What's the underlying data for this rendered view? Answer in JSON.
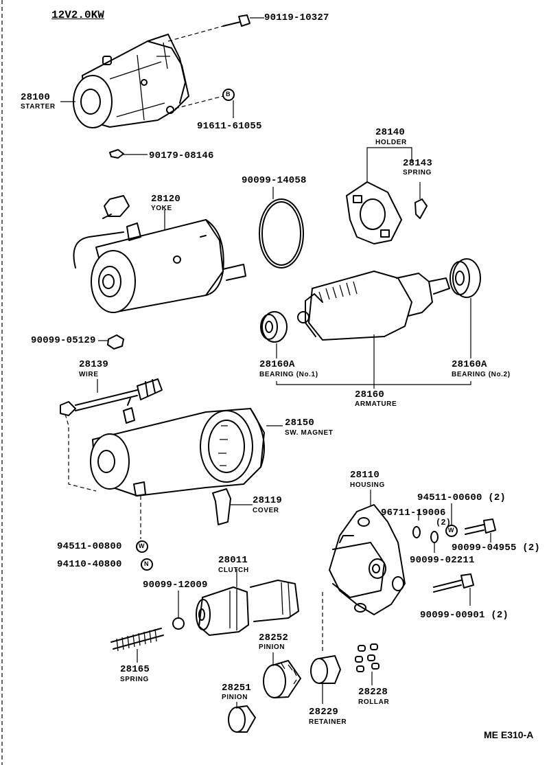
{
  "title": "12V2.0KW",
  "code": "ME E310-A",
  "parts": {
    "p28100": {
      "number": "28100",
      "name": "STARTER"
    },
    "p90119_10327": {
      "number": "90119-10327"
    },
    "p91611_61055": {
      "number": "91611-61055",
      "symbol": "B"
    },
    "p90179_08146": {
      "number": "90179-08146"
    },
    "p28120": {
      "number": "28120",
      "name": "YOKE"
    },
    "p90099_14058": {
      "number": "90099-14058"
    },
    "p28140": {
      "number": "28140",
      "name": "HOLDER"
    },
    "p28143": {
      "number": "28143",
      "name": "SPRING"
    },
    "p90099_05129": {
      "number": "90099-05129"
    },
    "p28139": {
      "number": "28139",
      "name": "WIRE"
    },
    "p28160A_1": {
      "number": "28160A",
      "name": "BEARING (No.1)"
    },
    "p28160A_2": {
      "number": "28160A",
      "name": "BEARING (No.2)"
    },
    "p28160": {
      "number": "28160",
      "name": "ARMATURE"
    },
    "p28150": {
      "number": "28150",
      "name": "SW. MAGNET"
    },
    "p28110": {
      "number": "28110",
      "name": "HOUSING"
    },
    "p94511_00600": {
      "number": "94511-00600 (2)"
    },
    "p96711_19006": {
      "number": "96711-19006",
      "qty": "(2)"
    },
    "p28119": {
      "number": "28119",
      "name": "COVER"
    },
    "p90099_04955": {
      "number": "90099-04955 (2)",
      "symbol": "W"
    },
    "p94511_00800": {
      "number": "94511-00800",
      "symbol": "W"
    },
    "p90099_02211": {
      "number": "90099-02211"
    },
    "p94110_40800": {
      "number": "94110-40800",
      "symbol": "N"
    },
    "p28011": {
      "number": "28011",
      "name": "CLUTCH"
    },
    "p90099_12009": {
      "number": "90099-12009"
    },
    "p90099_00901": {
      "number": "90099-00901 (2)"
    },
    "p28252": {
      "number": "28252",
      "name": "PINION"
    },
    "p28165": {
      "number": "28165",
      "name": "SPRING"
    },
    "p28228": {
      "number": "28228",
      "name": "ROLLAR"
    },
    "p28251": {
      "number": "28251",
      "name": "PINION"
    },
    "p28229": {
      "number": "28229",
      "name": "RETAINER"
    }
  }
}
